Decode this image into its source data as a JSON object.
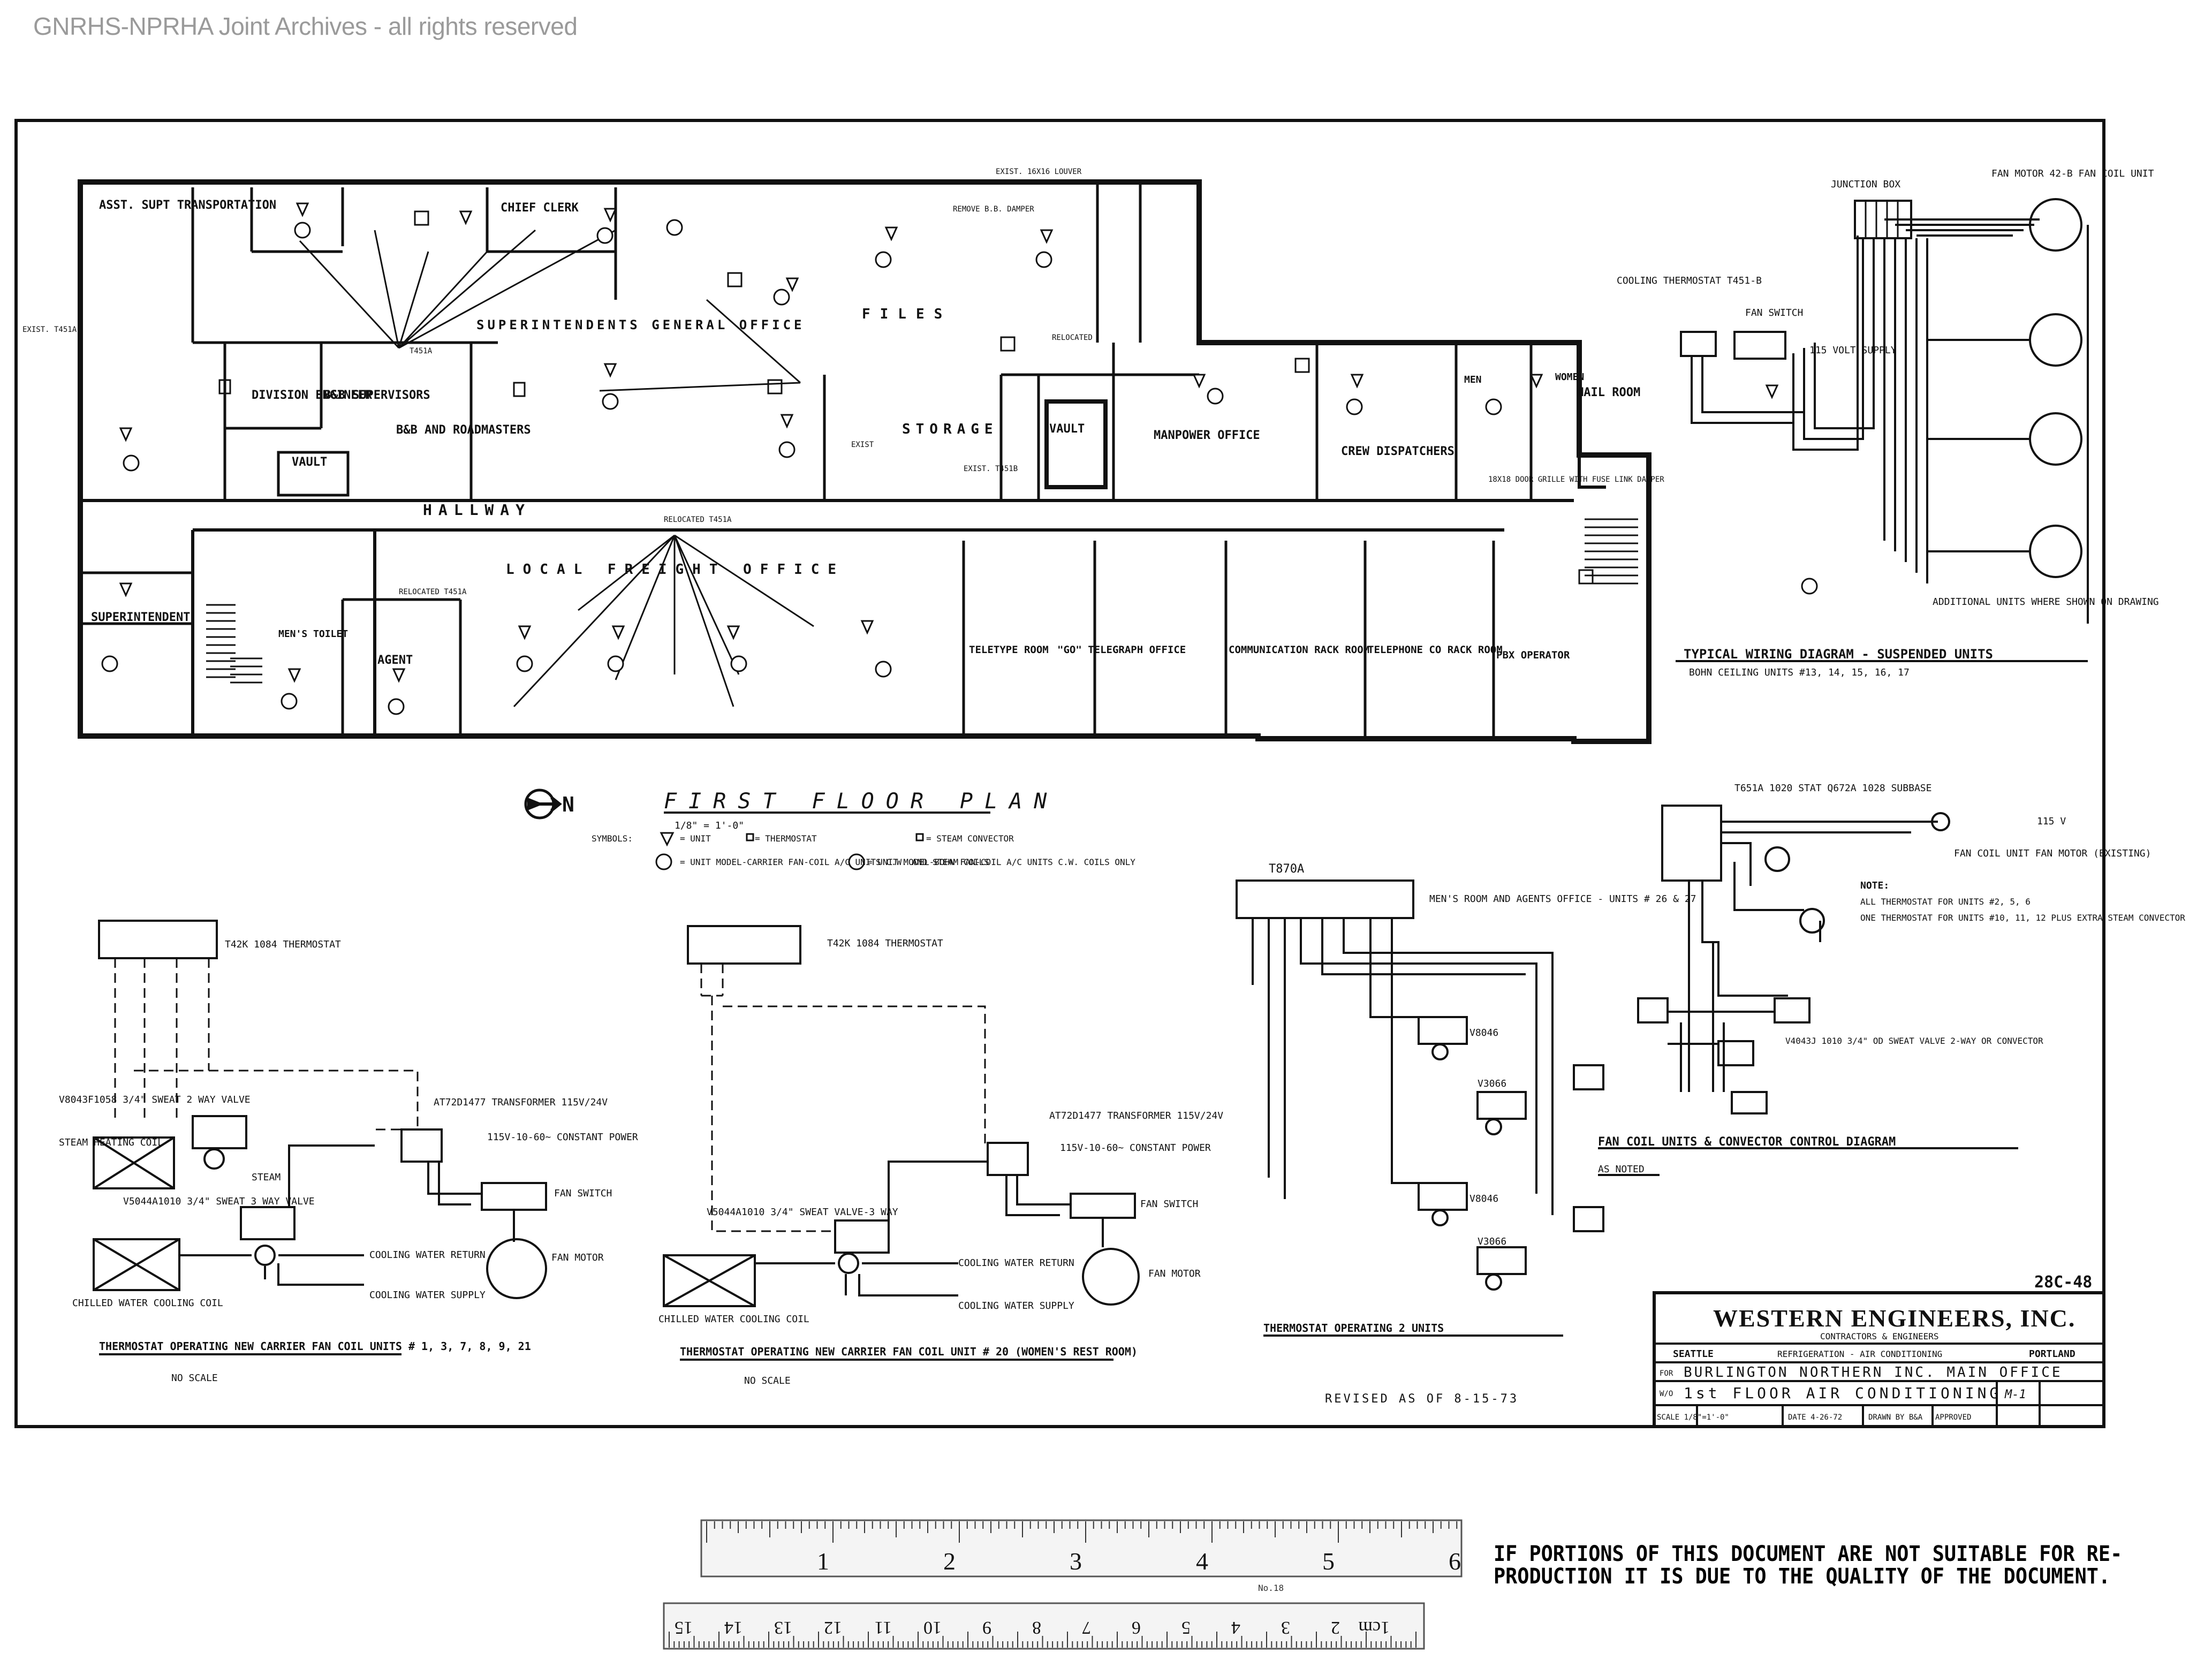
{
  "watermark": "GNRHS-NPRHA Joint Archives - all rights reserved",
  "plan": {
    "title": "FIRST FLOOR PLAN",
    "scale": "1/8\" = 1'-0\"",
    "north": "N",
    "rooms": {
      "asst_supt": "ASST. SUPT TRANSPORTATION",
      "chief_clerk": "CHIEF CLERK",
      "supt_general": "SUPERINTENDENTS GENERAL OFFICE",
      "files": "FILES",
      "division_engineer": "DIVISION ENGINEER",
      "bb_supervisors": "B&B SUPERVISORS",
      "bbb_roadmasters": "B&B AND ROADMASTERS",
      "vault_left": "VAULT",
      "storage": "STORAGE",
      "vault_center": "VAULT",
      "manpower": "MANPOWER OFFICE",
      "crew_dispatchers": "CREW DISPATCHERS",
      "mail_room": "MAIL ROOM",
      "women": "WOMEN",
      "men": "MEN",
      "hallway": "HALLWAY",
      "local_freight": "LOCAL FREIGHT OFFICE",
      "superintendent": "SUPERINTENDENT",
      "mens_toilet": "MEN'S TOILET",
      "agent": "AGENT",
      "teletype": "TELETYPE ROOM",
      "go_telegraph": "\"GO\" TELEGRAPH OFFICE",
      "communication": "COMMUNICATION RACK ROOM",
      "telephone": "TELEPHONE CO RACK ROOM",
      "pbx": "PBX OPERATOR"
    },
    "notes": {
      "relocated_t451a_top": "RELOCATED T451A",
      "relocated_t451a_agent": "RELOCATED T451A",
      "exist_t451a": "EXIST. T451A",
      "exist_t451b": "EXIST. T451B",
      "t451a": "T451A",
      "exist_louver": "EXIST. 16X16 LOUVER",
      "remove_dampers": "REMOVE B.B. DAMPER",
      "relocated": "RELOCATED",
      "exist": "EXIST",
      "fire_damper": "18X18 DOOR GRILLE WITH FUSE LINK DAMPER"
    }
  },
  "symbols": {
    "label": "SYMBOLS:",
    "unit": "= UNIT",
    "thermostat": "= THERMOSTAT",
    "steam": "= STEAM CONVECTOR",
    "carrier": "= UNIT MODEL-CARRIER FAN-COIL A/C UNITS C.W. AND STEAM COILS",
    "bohn": "= UNIT MODEL-BOHN FAN-COIL A/C UNITS C.W. COILS ONLY"
  },
  "wiring": {
    "junction_box": "JUNCTION BOX",
    "fan_motor": "FAN MOTOR 42-B FAN COIL UNIT",
    "cooling_thermostat": "COOLING THERMOSTAT T451-B",
    "fan_switch": "FAN SWITCH",
    "volt_supply": "115 VOLT SUPPLY",
    "additional_units": "ADDITIONAL UNITS WHERE SHOWN ON DRAWING",
    "title": "TYPICAL WIRING DIAGRAM - SUSPENDED UNITS",
    "subtitle": "BOHN CEILING UNITS #13, 14, 15, 16, 17"
  },
  "diagram1": {
    "thermostat": "T42K 1084 THERMOSTAT",
    "transformer": "AT72D1477 TRANSFORMER 115V/24V",
    "valve_top": "V8043F1058 3/4\" SWEAT 2 WAY VALVE",
    "steam_coil": "STEAM HEATING COIL",
    "steam": "STEAM",
    "constant_power": "115V-10-60~ CONSTANT POWER",
    "fan_switch": "FAN SWITCH",
    "fan_motor": "FAN MOTOR",
    "valve_bottom": "V5044A1010 3/4\" SWEAT 3 WAY VALVE",
    "chilled_coil": "CHILLED WATER COOLING COIL",
    "cw_return": "COOLING WATER RETURN",
    "cw_supply": "COOLING WATER SUPPLY",
    "title": "THERMOSTAT OPERATING NEW CARRIER FAN COIL UNITS # 1, 3, 7, 8, 9, 21",
    "no_scale": "NO SCALE"
  },
  "diagram2": {
    "thermostat": "T42K 1084 THERMOSTAT",
    "transformer": "AT72D1477 TRANSFORMER 115V/24V",
    "constant_power": "115V-10-60~ CONSTANT POWER",
    "fan_switch": "FAN SWITCH",
    "valve": "V5044A1010 3/4\" SWEAT VALVE-3 WAY",
    "chilled_coil": "CHILLED WATER COOLING COIL",
    "cw_return": "COOLING WATER RETURN",
    "cw_supply": "COOLING WATER SUPPLY",
    "fan_motor": "FAN MOTOR",
    "title": "THERMOSTAT OPERATING NEW CARRIER FAN COIL UNIT # 20 (WOMEN'S REST ROOM)",
    "no_scale": "NO SCALE"
  },
  "diagram3": {
    "stat": "T870A",
    "mens_room": "MEN'S ROOM AND AGENTS OFFICE - UNITS # 26 & 27",
    "valve1": "V8046",
    "valve2": "V3066",
    "valve3": "V8046",
    "valve4": "V3066",
    "title": "THERMOSTAT OPERATING 2 UNITS"
  },
  "diagram4": {
    "stat": "T651A 1020 STAT Q672A 1028 SUBBASE",
    "v115": "115 V",
    "fan_coil_motor": "FAN COIL UNIT FAN MOTOR (EXISTING)",
    "note_title": "NOTE:",
    "note1": "ALL THERMOSTAT FOR UNITS #2, 5, 6",
    "note2": "ONE THERMOSTAT FOR UNITS #10, 11, 12 PLUS EXTRA STEAM CONVECTOR",
    "valve_label": "V4043J 1010 3/4\" OD SWEAT VALVE 2-WAY OR CONVECTOR",
    "title": "FAN COIL UNITS & CONVECTOR CONTROL DIAGRAM",
    "subtitle": "AS NOTED"
  },
  "title_block": {
    "drawing_no": "28C-48",
    "company": "WESTERN ENGINEERS, INC.",
    "trades": "CONTRACTORS & ENGINEERS",
    "city_left": "SEATTLE",
    "service": "REFRIGERATION - AIR CONDITIONING",
    "city_right": "PORTLAND",
    "for_label": "FOR",
    "client": "BURLINGTON NORTHERN INC. MAIN OFFICE",
    "job_label": "W/O",
    "job": "1st FLOOR AIR CONDITIONING",
    "sheet": "M-1",
    "scale": "SCALE 1/8\"=1'-0\"",
    "date": "DATE 4-26-72",
    "drawn": "DRAWN BY B&A",
    "approved": "APPROVED"
  },
  "revised": "REVISED AS OF 8-15-73",
  "ruler": {
    "top_numbers": [
      "1",
      "2",
      "3",
      "4",
      "5",
      "6"
    ],
    "bottom_numbers": [
      "15",
      "14",
      "13",
      "12",
      "11",
      "10",
      "9",
      "8",
      "7",
      "6",
      "5",
      "4",
      "3",
      "2",
      "1cm"
    ],
    "product": "No.18"
  },
  "notice": {
    "line1": "IF PORTIONS OF THIS DOCUMENT ARE NOT SUITABLE FOR RE-",
    "line2": "PRODUCTION IT IS DUE TO THE QUALITY OF THE DOCUMENT."
  }
}
